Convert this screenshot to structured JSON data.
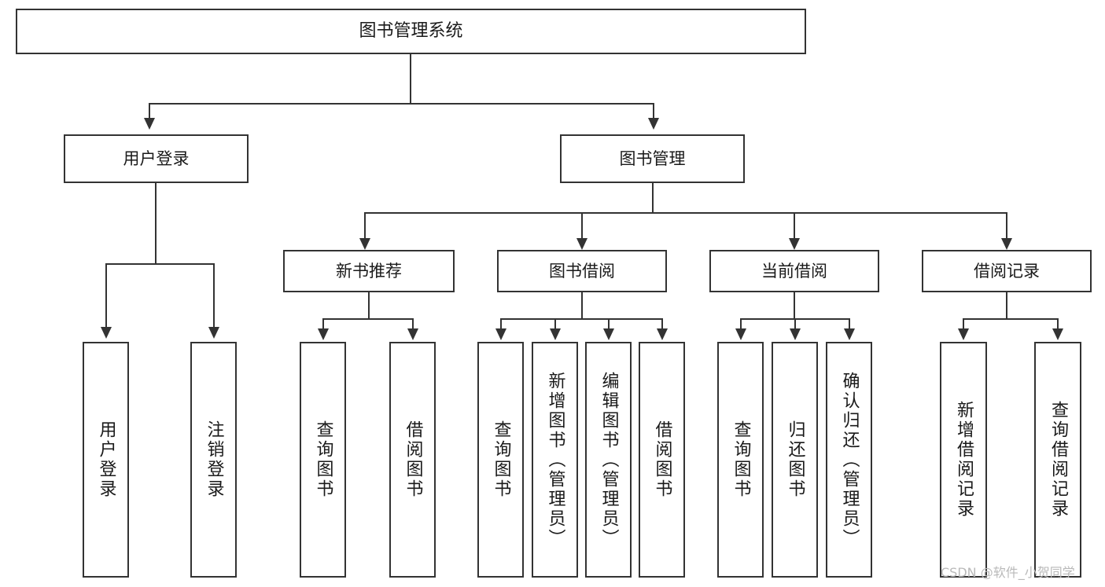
{
  "diagram": {
    "title": "图书管理系统",
    "nodes": {
      "root": {
        "label": "图书管理系统"
      },
      "level2": [
        {
          "id": "user-login",
          "label": "用户登录"
        },
        {
          "id": "book-management",
          "label": "图书管理"
        }
      ],
      "level3": [
        {
          "id": "new-book-recommend",
          "label": "新书推荐"
        },
        {
          "id": "book-borrow",
          "label": "图书借阅"
        },
        {
          "id": "current-borrow",
          "label": "当前借阅"
        },
        {
          "id": "borrow-record",
          "label": "借阅记录"
        }
      ],
      "leaves": {
        "user-login": [
          {
            "id": "leaf-user-login",
            "label": "用户登录"
          },
          {
            "id": "leaf-logout-login",
            "label": "注销登录"
          }
        ],
        "new-book-recommend": [
          {
            "id": "leaf-query-book-1",
            "label": "查询图书"
          },
          {
            "id": "leaf-borrow-book-1",
            "label": "借阅图书"
          }
        ],
        "book-borrow": [
          {
            "id": "leaf-query-book-2",
            "label": "查询图书"
          },
          {
            "id": "leaf-add-book-admin",
            "label": "新增图书（管理员）"
          },
          {
            "id": "leaf-edit-book-admin",
            "label": "编辑图书（管理员）"
          },
          {
            "id": "leaf-borrow-book-2",
            "label": "借阅图书"
          }
        ],
        "current-borrow": [
          {
            "id": "leaf-query-book-3",
            "label": "查询图书"
          },
          {
            "id": "leaf-return-book",
            "label": "归还图书"
          },
          {
            "id": "leaf-confirm-return-admin",
            "label": "确认归还（管理员）"
          }
        ],
        "borrow-record": [
          {
            "id": "leaf-add-borrow-record",
            "label": "新增借阅记录"
          },
          {
            "id": "leaf-query-borrow-record",
            "label": "查询借阅记录"
          }
        ]
      }
    },
    "colors": {
      "stroke": "#333333",
      "fill": "#ffffff",
      "text": "#1a1a1a",
      "watermark": "#b9b9b9"
    }
  },
  "watermark": {
    "text": "CSDN @软件_小贺同学"
  }
}
